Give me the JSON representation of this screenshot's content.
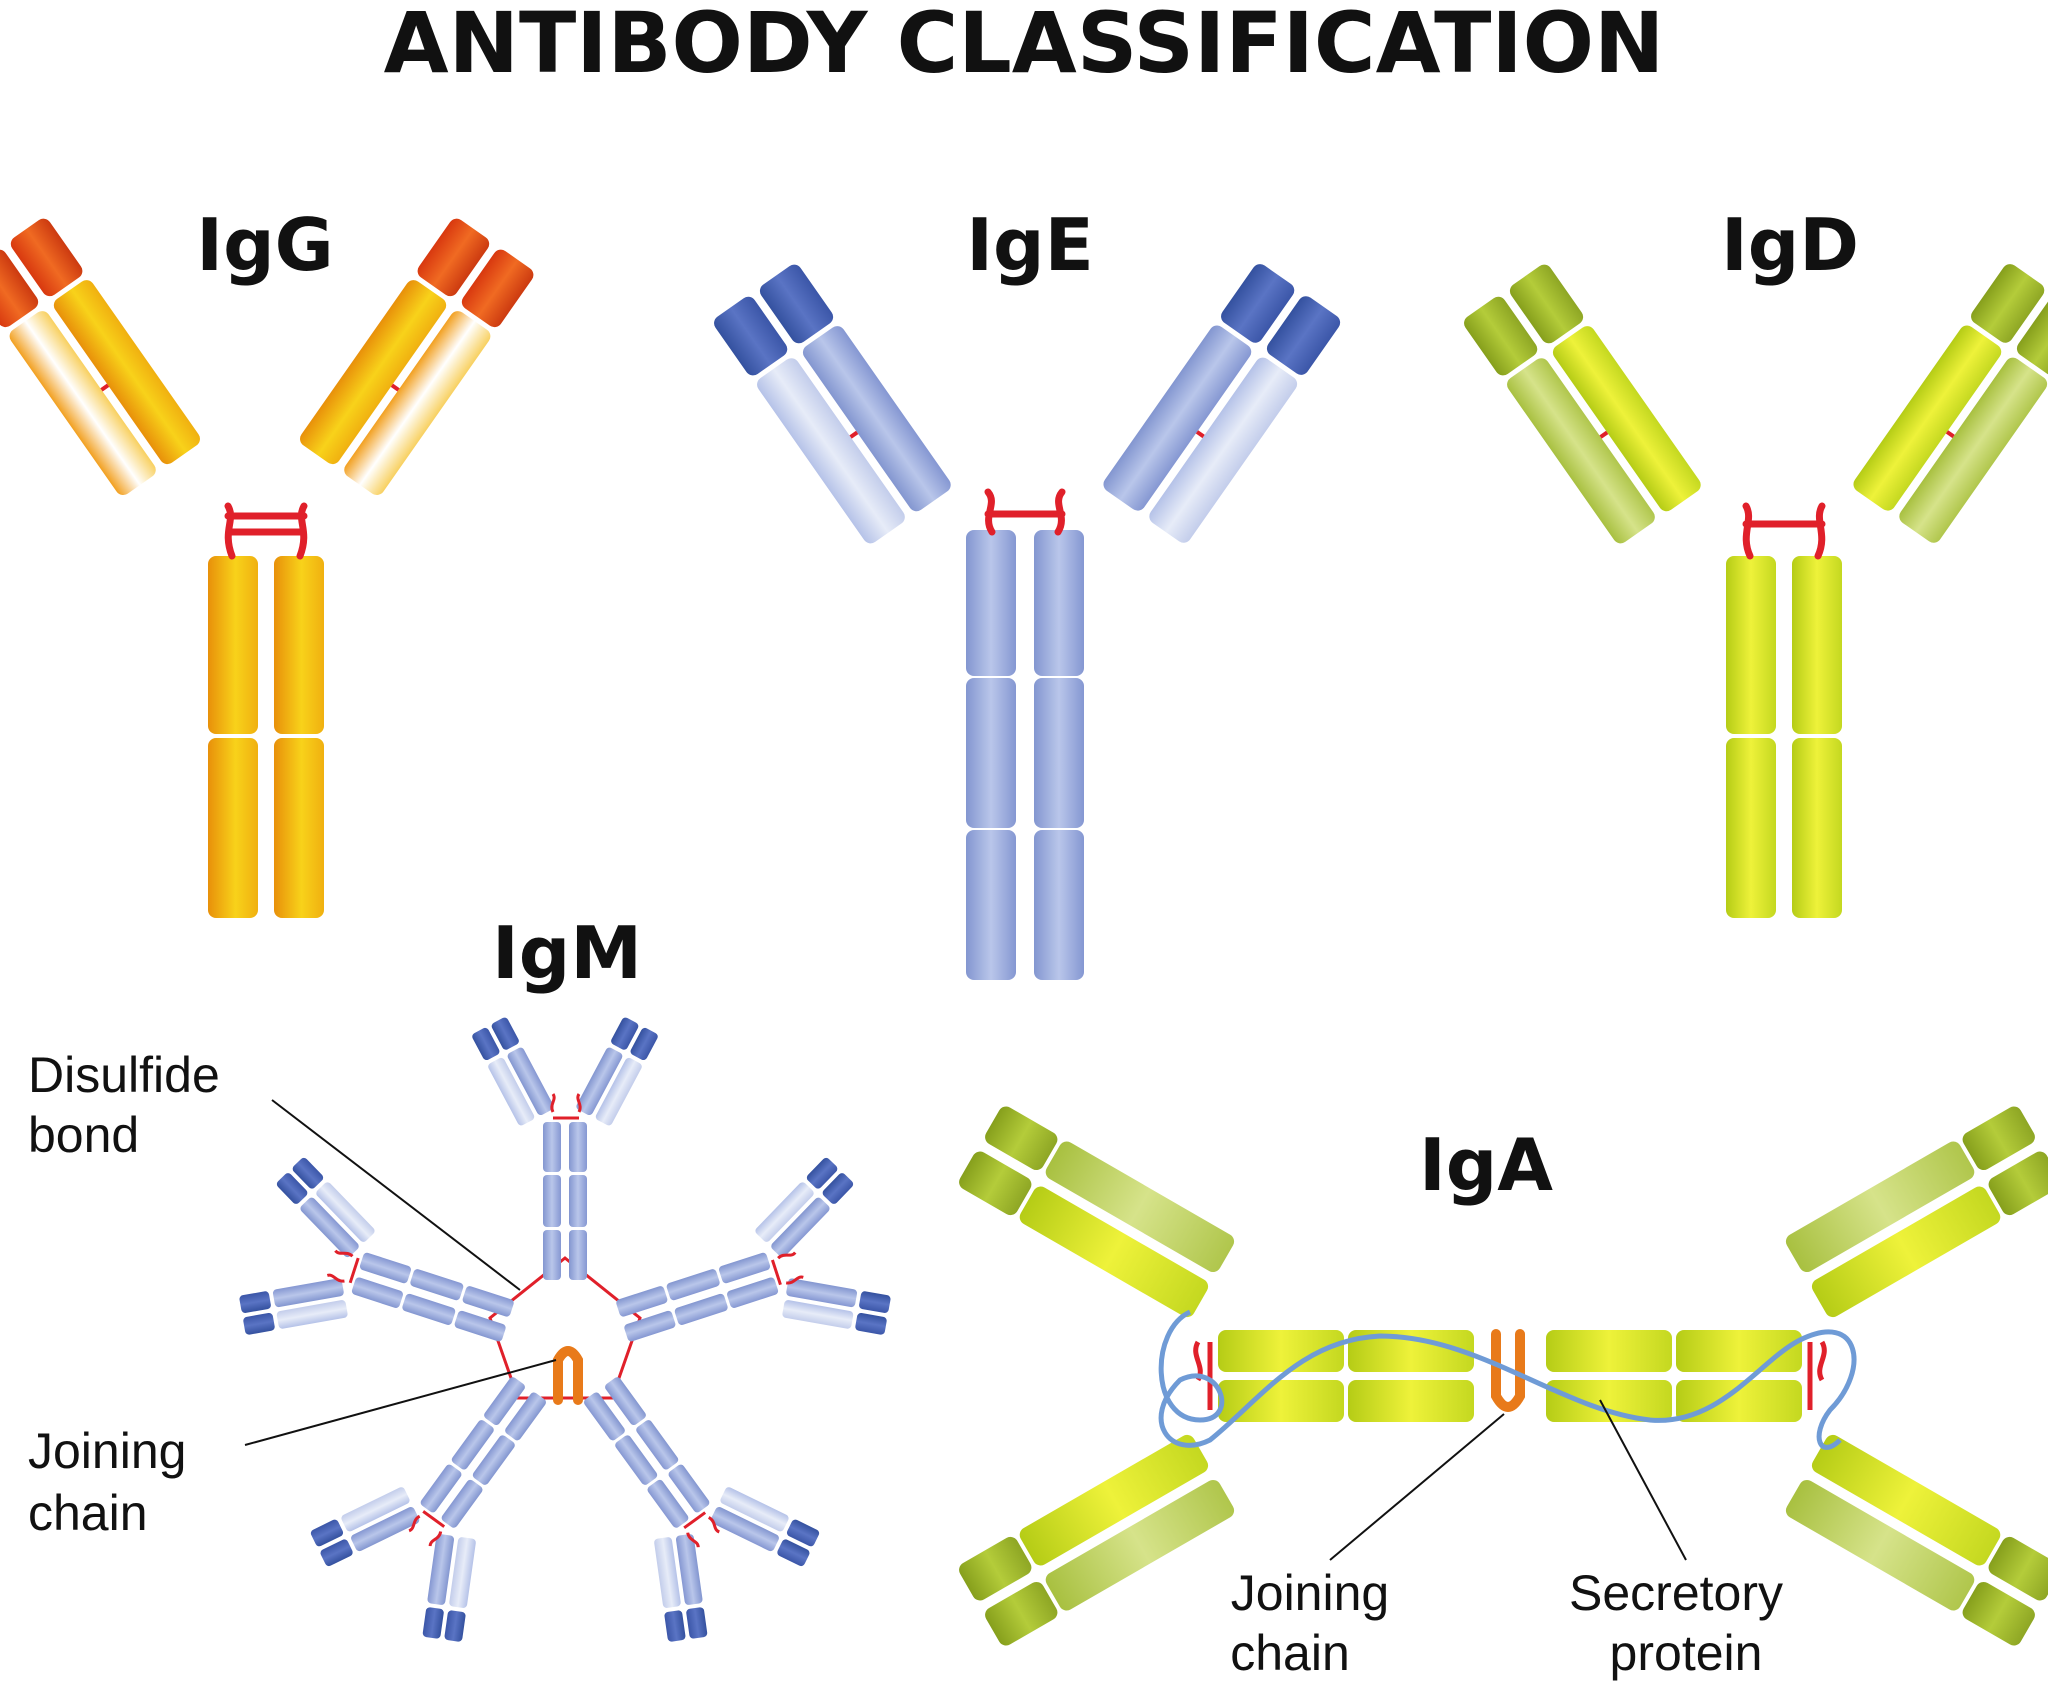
{
  "title": "ANTIBODY CLASSIFICATION",
  "antibodies": {
    "igg": {
      "label": "IgG"
    },
    "ige": {
      "label": "IgE"
    },
    "igd": {
      "label": "IgD"
    },
    "igm": {
      "label": "IgM"
    },
    "iga": {
      "label": "IgA"
    }
  },
  "callouts": {
    "igm_disulfide": {
      "line1": "Disulfide",
      "line2": "bond"
    },
    "igm_joining": {
      "line1": "Joining",
      "line2": "chain"
    },
    "iga_joining": {
      "line1": "Joining",
      "line2": "chain"
    },
    "iga_secretory": {
      "line1": "Secretory",
      "line2": "protein"
    }
  },
  "colors": {
    "igg_heavy": "#f5b800",
    "igg_light": "#fbe38a",
    "igg_variable": "#e8501c",
    "ige_heavy": "#9fb0df",
    "ige_light": "#d3dcf1",
    "ige_variable": "#4660b5",
    "igd_heavy": "#d4e21e",
    "igd_light": "#c3d665",
    "igd_variable": "#9db82a",
    "bond": "#e0202a",
    "joining_chain": "#e87a1a",
    "secretory_protein": "#6f9bd6"
  }
}
